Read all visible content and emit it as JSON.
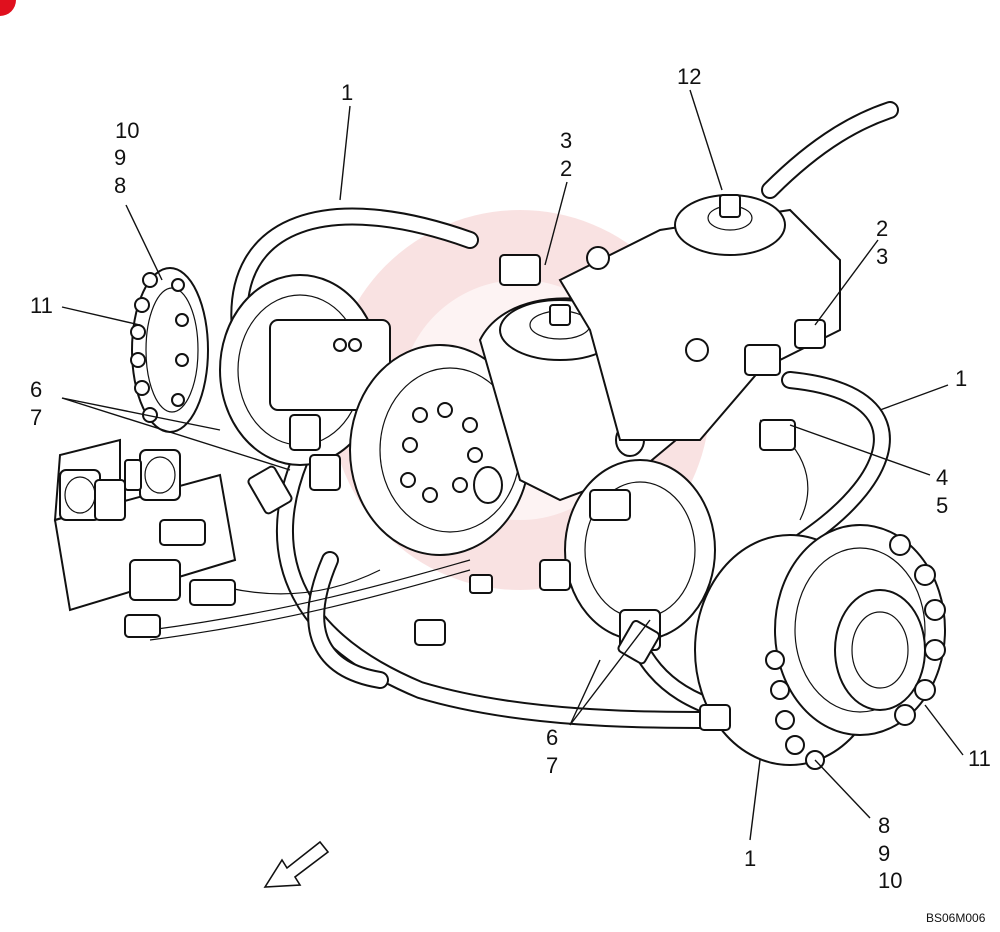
{
  "diagram": {
    "callouts": {
      "c1_top": "1",
      "c10_l": "10",
      "c9_l": "9",
      "c8_l": "8",
      "c3_top": "3",
      "c2_top": "2",
      "c12": "12",
      "c2_r": "2",
      "c3_r": "3",
      "c11_l": "11",
      "c6_l": "6",
      "c7_l": "7",
      "c1_r": "1",
      "c4": "4",
      "c5": "5",
      "c6_b": "6",
      "c7_b": "7",
      "c11_r": "11",
      "c8_b": "8",
      "c9_b": "9",
      "c10_b": "10",
      "c1_b": "1"
    },
    "drawing_code": "BS06M006",
    "colors": {
      "line": "#111111",
      "watermark": "#e06060",
      "corner_mark": "#e0101e"
    }
  }
}
